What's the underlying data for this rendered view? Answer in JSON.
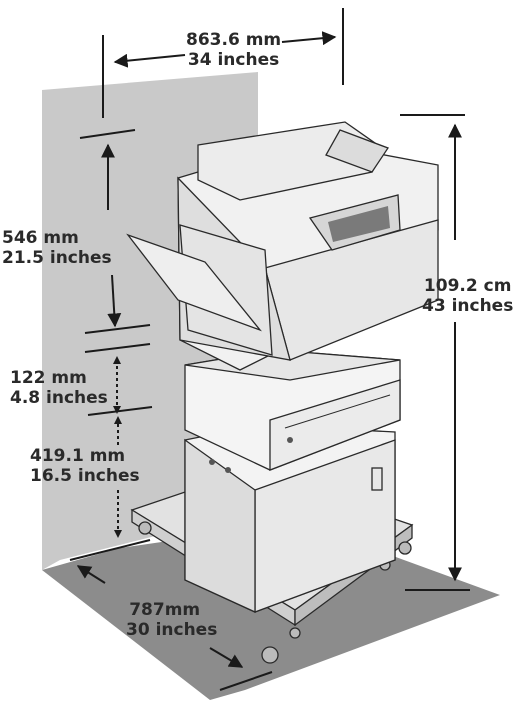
{
  "colors": {
    "wall": "#c9c9c9",
    "floor": "#8c8c8c",
    "printer_body": "#efefef",
    "printer_shadow": "#d9d9d9",
    "outline": "#2a2a2a",
    "dimension_line": "#1a1a1a",
    "label_text": "#2a2a2a"
  },
  "dimensions": {
    "width": {
      "line1": "863.6 mm",
      "line2": "34 inches"
    },
    "height_total": {
      "line1": "109.2 cm",
      "line2": "43 inches"
    },
    "printer": {
      "line1": "546 mm",
      "line2": "21.5 inches"
    },
    "tray": {
      "line1": "122 mm",
      "line2": "4.8 inches"
    },
    "cabinet": {
      "line1": "419.1 mm",
      "line2": "16.5 inches"
    },
    "depth": {
      "line1": "787mm",
      "line2": "30 inches"
    }
  }
}
